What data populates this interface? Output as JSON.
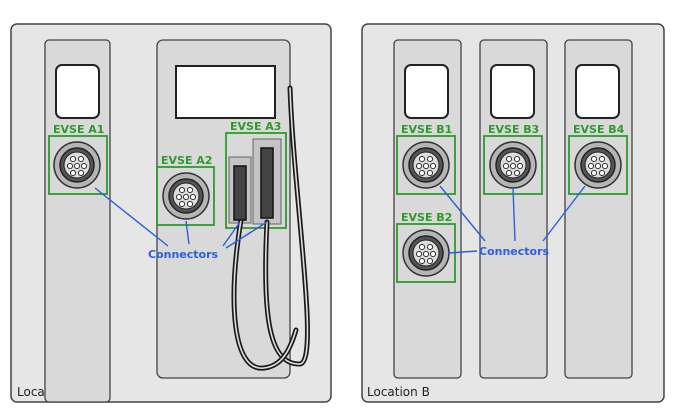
{
  "locations": [
    {
      "name": "Location A"
    },
    {
      "name": "Location B"
    }
  ],
  "evse": {
    "a1": "EVSE A1",
    "a2": "EVSE A2",
    "a3": "EVSE A3",
    "b1": "EVSE B1",
    "b2": "EVSE B2",
    "b3": "EVSE B3",
    "b4": "EVSE B4"
  },
  "connectors_label": "Connectors",
  "colors": {
    "evse_outline": "#2e9a2e",
    "connector_line": "#2a5fe0",
    "panel_fill": "#e6e6e6",
    "pillar_fill": "#d9d9d9"
  }
}
